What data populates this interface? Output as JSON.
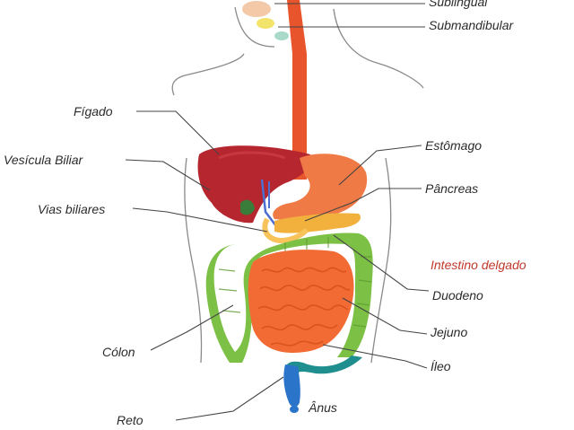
{
  "labels": {
    "sublingual": "Sublingual",
    "submandibular": "Submandibular",
    "figado": "Fígado",
    "vesicula": "Vesícula Biliar",
    "vias": "Vias biliares",
    "estomago": "Estômago",
    "pancreas": "Pâncreas",
    "intestino_delgado": "Intestino delgado",
    "duodeno": "Duodeno",
    "jejuno": "Jejuno",
    "ileo": "Íleo",
    "colon": "Cólon",
    "reto": "Reto",
    "anus": "Ânus"
  },
  "colors": {
    "liver": "#b5262f",
    "stomach": "#f07a45",
    "esophagus": "#e8552c",
    "small_intestine": "#f26b35",
    "colon": "#7cc046",
    "rectum": "#2a74c9",
    "gallbladder": "#3a7d3a",
    "pancreas": "#f1b13c",
    "accent_label": "#c0392b"
  }
}
